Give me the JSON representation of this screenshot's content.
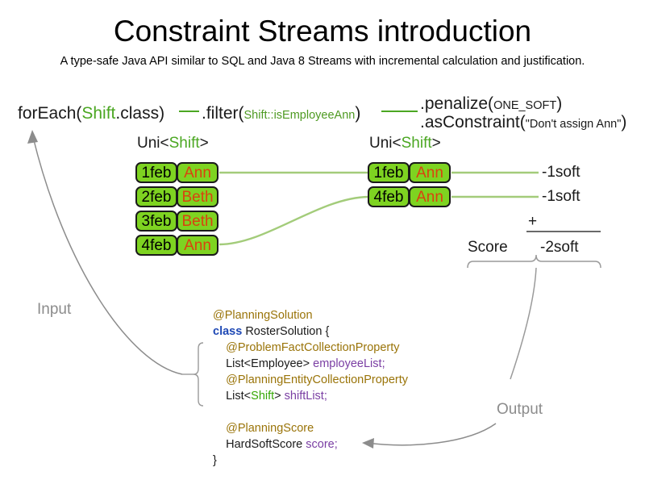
{
  "header": {
    "title": "Constraint Streams introduction",
    "subtitle": "A type-safe Java API similar to SQL and Java 8 Streams with incremental calculation and justification."
  },
  "colors": {
    "shift_box_fill": "#7ed321",
    "shift_box_border": "#1a1a1a",
    "employee_text": "#d9430f",
    "connector_line": "#a3cc7a",
    "api_green": "#4ba722",
    "annotation_gold": "#9a7409",
    "keyword_blue": "#1f49b5",
    "field_purple": "#7a3ea3",
    "io_label_gray": "#8c8c8c",
    "arrow_gray": "#8c8c8c"
  },
  "pipeline": {
    "foreach": {
      "prefix": "forEach(",
      "type": "Shift",
      "suffix": ".class)"
    },
    "filter": {
      "prefix": ".filter(",
      "arg": "Shift::isEmployeeAnn",
      "suffix": ")"
    },
    "penalize": {
      "prefix": ".penalize(",
      "arg": "ONE_SOFT",
      "suffix": ")"
    },
    "asconstraint": {
      "prefix": ".asConstraint(",
      "arg": "\"Don't assign Ann\"",
      "suffix": ")"
    },
    "stream_type_1": {
      "prefix": "Uni<",
      "type": "Shift",
      "suffix": ">"
    },
    "stream_type_2": {
      "prefix": "Uni<",
      "type": "Shift",
      "suffix": ">"
    }
  },
  "input_shifts": [
    {
      "date": "1feb",
      "employee": "Ann",
      "matched": true
    },
    {
      "date": "2feb",
      "employee": "Beth",
      "matched": false
    },
    {
      "date": "3feb",
      "employee": "Beth",
      "matched": false
    },
    {
      "date": "4feb",
      "employee": "Ann",
      "matched": true
    }
  ],
  "filtered_shifts": [
    {
      "date": "1feb",
      "employee": "Ann"
    },
    {
      "date": "4feb",
      "employee": "Ann"
    }
  ],
  "score": {
    "penalties": [
      "-1soft",
      "-1soft"
    ],
    "operator": "+",
    "label": "Score",
    "total": "-2soft"
  },
  "flow_labels": {
    "input": "Input",
    "output": "Output"
  },
  "code": {
    "lines": [
      {
        "indent": 0,
        "tokens": [
          {
            "t": "@PlanningSolution",
            "c": "ann"
          }
        ]
      },
      {
        "indent": 0,
        "tokens": [
          {
            "t": "class ",
            "c": "kw"
          },
          {
            "t": "RosterSolution {",
            "c": "punct"
          }
        ]
      },
      {
        "indent": 1,
        "tokens": [
          {
            "t": "@ProblemFactCollectionProperty",
            "c": "ann"
          }
        ]
      },
      {
        "indent": 1,
        "tokens": [
          {
            "t": "List<Employee> ",
            "c": "punct"
          },
          {
            "t": "employeeList",
            "c": "fld"
          },
          {
            "t": ";",
            "c": "fld"
          }
        ]
      },
      {
        "indent": 1,
        "tokens": [
          {
            "t": "@PlanningEntityCollectionProperty",
            "c": "ann"
          }
        ]
      },
      {
        "indent": 1,
        "tokens": [
          {
            "t": "List<",
            "c": "punct"
          },
          {
            "t": "Shift",
            "c": "cgreen"
          },
          {
            "t": "> ",
            "c": "punct"
          },
          {
            "t": "shiftList",
            "c": "fld"
          },
          {
            "t": ";",
            "c": "fld"
          }
        ]
      },
      {
        "indent": 0,
        "tokens": []
      },
      {
        "indent": 1,
        "tokens": [
          {
            "t": "@PlanningScore",
            "c": "ann"
          }
        ]
      },
      {
        "indent": 1,
        "tokens": [
          {
            "t": "HardSoftScore ",
            "c": "punct"
          },
          {
            "t": "score",
            "c": "fld"
          },
          {
            "t": ";",
            "c": "fld"
          }
        ]
      },
      {
        "indent": 0,
        "tokens": [
          {
            "t": "}",
            "c": "punct"
          }
        ]
      }
    ]
  }
}
